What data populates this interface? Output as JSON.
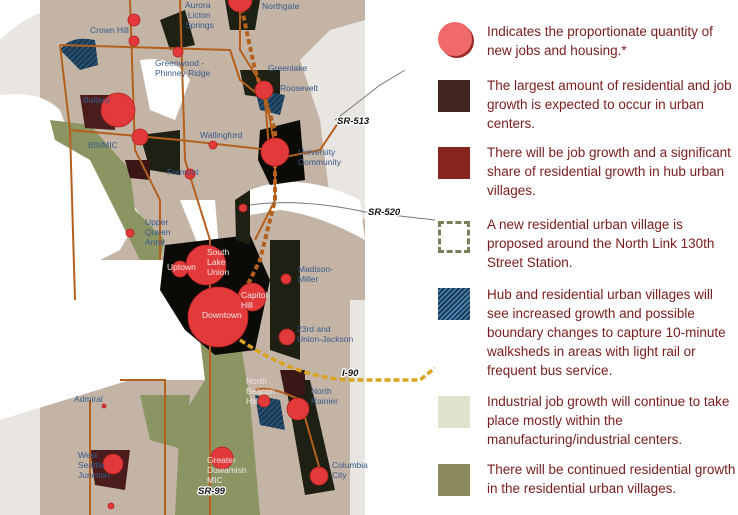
{
  "map": {
    "place_labels": [
      "Northgate",
      "Aurora -Licton Springs",
      "Crown Hill",
      "Greenwood - Phinney Ridge",
      "Greenlake",
      "Roosevelt",
      "Ballard",
      "Wallingford",
      "BINMIC",
      "University Community",
      "Fremont",
      "Upper Queen Anne",
      "South Lake Union",
      "Uptown",
      "Madison-Miller",
      "Capitol Hill",
      "Downtown",
      "23rd and Union-Jackson",
      "North Beacon Hill",
      "North Rainier",
      "Admiral",
      "West Seattle Junction",
      "Greater Duwamish MIC",
      "Columbia City"
    ],
    "road_labels": [
      "SR-513",
      "SR-520",
      "I-90",
      "SR-99"
    ]
  },
  "legend": [
    {
      "icon": "red-circle-icon",
      "color": "#f06a6a",
      "text": "Indicates the proportionate quantity of new jobs and housing.*"
    },
    {
      "icon": "urban-center-swatch",
      "color": "#43261f",
      "text": "The largest amount of residential and job growth is expected to occur in urban centers."
    },
    {
      "icon": "hub-village-swatch",
      "color": "#86261f",
      "text": "There will be job growth and a significant share of residential growth in hub urban villages."
    },
    {
      "icon": "dashed-square-icon",
      "color": "#7d7d5a",
      "text": "A new residential urban village is proposed around the North Link 130th Street Station."
    },
    {
      "icon": "hatched-swatch",
      "color": "#1d5a85",
      "text": "Hub and residential urban villages will see increased growth and possible boundary changes to capture 10-minute walksheds in areas with light rail or frequent bus service."
    },
    {
      "icon": "industrial-swatch",
      "color": "#dfe3cc",
      "text": "Industrial job growth will continue to take place mostly within the manufacturing/industrial centers."
    },
    {
      "icon": "residential-village-swatch",
      "color": "#8b8a5e",
      "text": "There will be continued residential growth in the residential urban villages."
    }
  ]
}
